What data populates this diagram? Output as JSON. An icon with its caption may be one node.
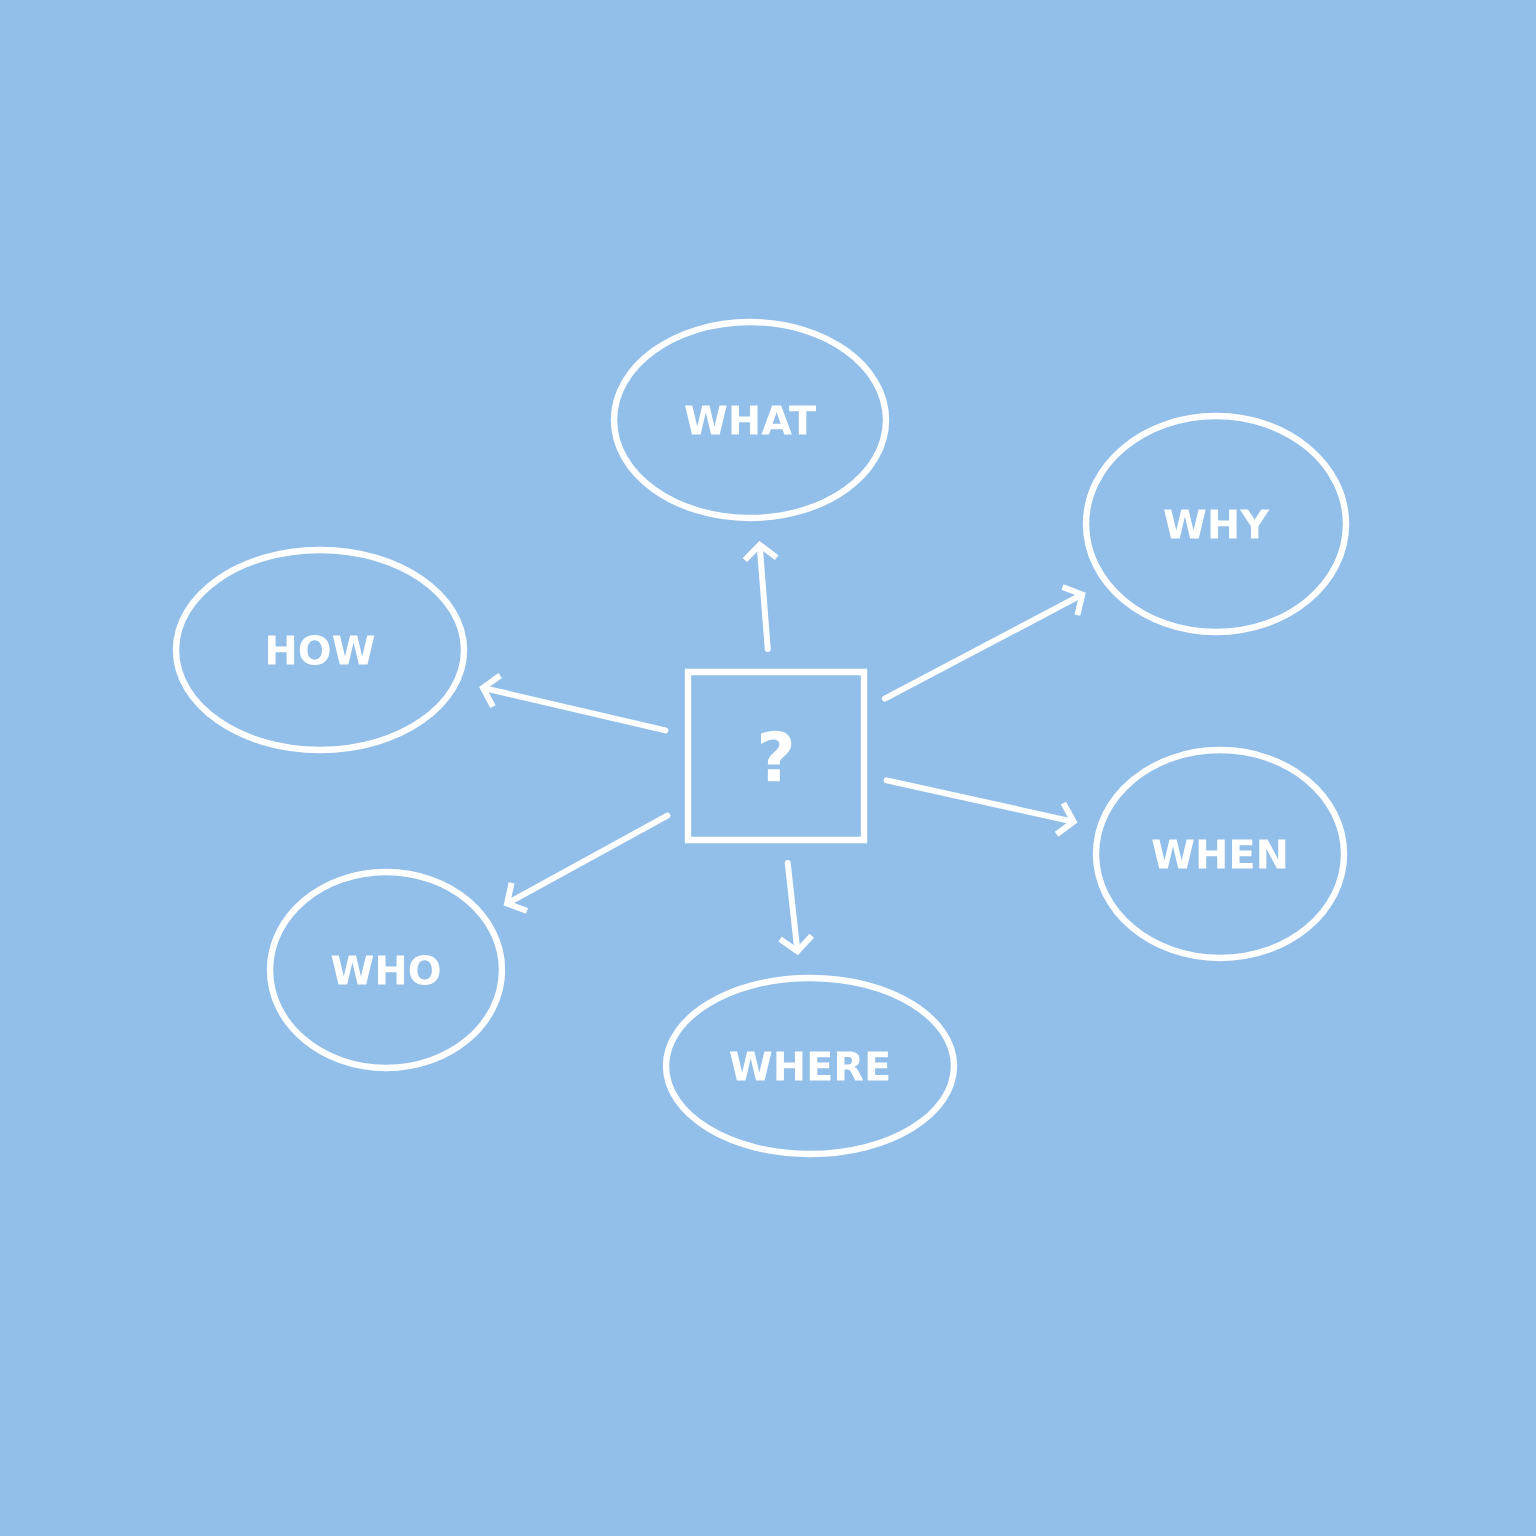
{
  "diagram": {
    "nodes": [
      {
        "text": [
          "WHAT"
        ]
      },
      {
        "text": [
          "WHY"
        ]
      },
      {
        "text": [
          "HOW"
        ]
      },
      {
        "text": [
          "?"
        ]
      },
      {
        "text": [
          "WHEN"
        ]
      },
      {
        "text": [
          "WHO"
        ]
      },
      {
        "text": [
          "WHERE"
        ]
      }
    ],
    "edges": [
      {
        "from": 3,
        "to": 0,
        "arrow": "to"
      },
      {
        "from": 3,
        "to": 1,
        "arrow": "to"
      },
      {
        "from": 3,
        "to": 2,
        "arrow": "to"
      },
      {
        "from": 3,
        "to": 4,
        "arrow": "to"
      },
      {
        "from": 3,
        "to": 5,
        "arrow": "to"
      },
      {
        "from": 3,
        "to": 6,
        "arrow": "to"
      }
    ]
  }
}
